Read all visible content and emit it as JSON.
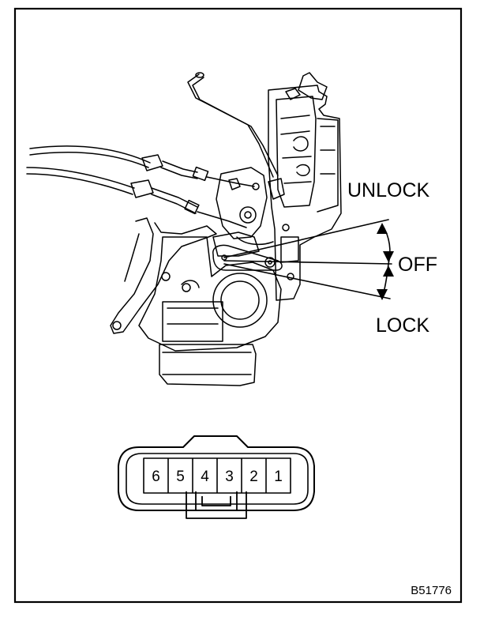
{
  "diagram": {
    "positions": {
      "unlock": "UNLOCK",
      "off": "OFF",
      "lock": "LOCK"
    },
    "connector": {
      "pins": [
        "6",
        "5",
        "4",
        "3",
        "2",
        "1"
      ]
    },
    "figure_id": "B51776"
  }
}
